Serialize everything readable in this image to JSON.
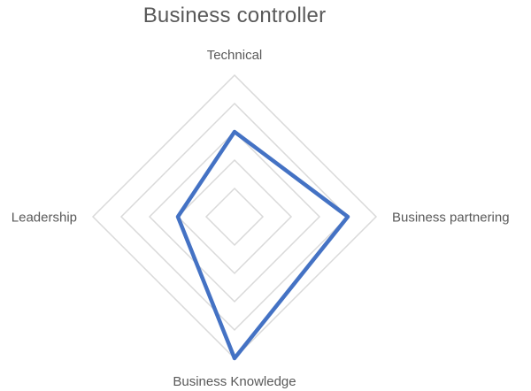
{
  "chart_data": {
    "type": "radar",
    "title": "Business controller",
    "categories": [
      "Technical",
      "Business partnering",
      "Business Knowledge",
      "Leadership"
    ],
    "series": [
      {
        "values": [
          3,
          4,
          5,
          2
        ]
      }
    ],
    "rlim": [
      0,
      5
    ],
    "rings": 5,
    "grid": true,
    "legend": "none",
    "colors": {
      "series": "#4472c4",
      "grid": "#d9d9d9",
      "text": "#595959"
    }
  }
}
